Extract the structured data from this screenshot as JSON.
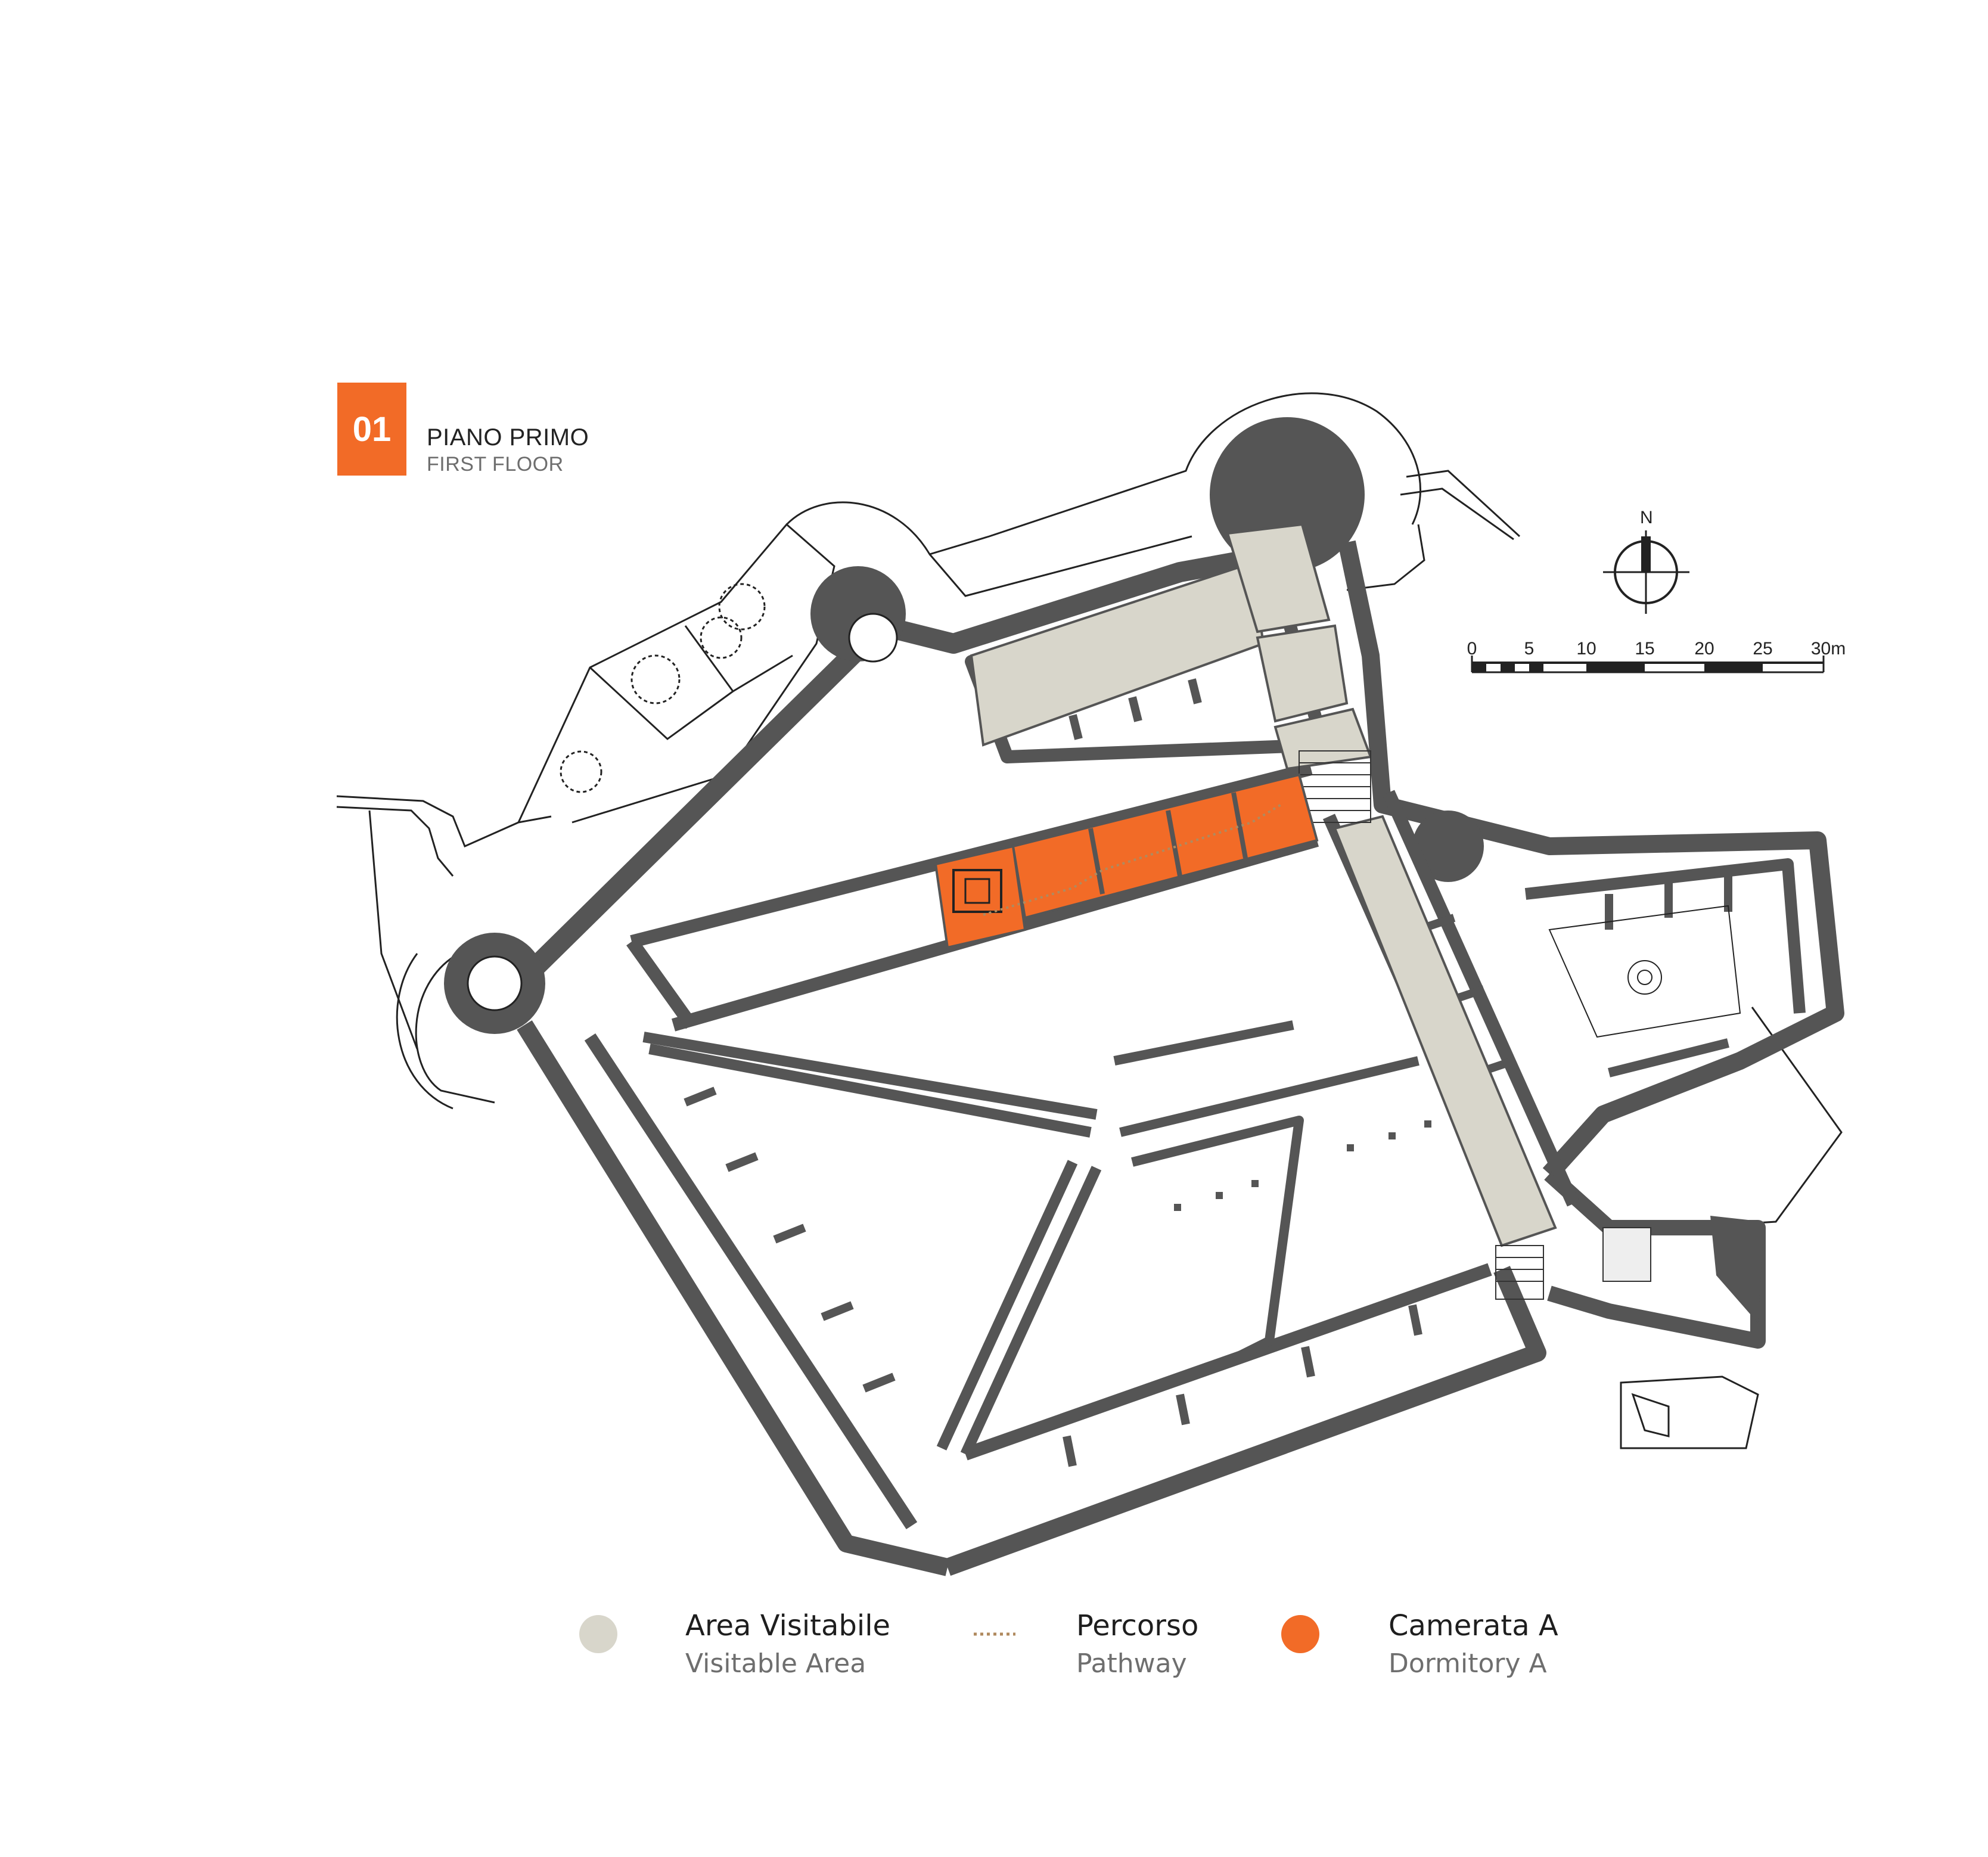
{
  "floor": {
    "number": "01",
    "title": "PIANO PRIMO",
    "subtitle": "FIRST FLOOR"
  },
  "compass": {
    "label": "N"
  },
  "scale_bar": {
    "ticks": [
      "0",
      "5",
      "10",
      "15",
      "20",
      "25",
      "30m"
    ]
  },
  "legend": [
    {
      "title": "Area Visitabile",
      "subtitle": "Visitable Area",
      "swatch": "dot",
      "color": "#d8d6cb"
    },
    {
      "title": "Percorso",
      "subtitle": "Pathway",
      "swatch": "dotted-line",
      "color": "#b08a5e"
    },
    {
      "title": "Camerata A",
      "subtitle": "Dormitory A",
      "swatch": "dot",
      "color": "#f26b27"
    }
  ],
  "colors": {
    "wall": "#555555",
    "visitable": "#d8d6cb",
    "dormitory": "#f26b27",
    "pathway": "#b08a5e",
    "outline": "#222222"
  }
}
